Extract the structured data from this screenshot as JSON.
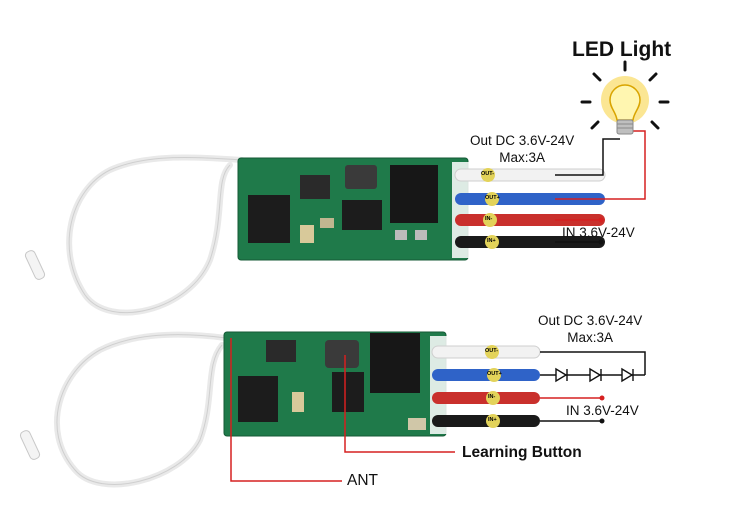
{
  "labels": {
    "led_title": "LED Light",
    "top_out_line1": "Out DC 3.6V-24V",
    "top_out_line2": "Max:3A",
    "top_in": "IN 3.6V-24V",
    "bottom_out_line1": "Out DC 3.6V-24V",
    "bottom_out_line2": "Max:3A",
    "bottom_in": "IN 3.6V-24V",
    "learning_button": "Learning Button",
    "ant": "ANT"
  },
  "terminals": [
    "OUT-",
    "OUT+",
    "IN-",
    "IN+"
  ],
  "colors": {
    "pcb": "#1f7a4a",
    "wire_white": "#f2f2f2",
    "wire_blue": "#2f63c8",
    "wire_red": "#c9302c",
    "wire_black": "#1a1a1a",
    "terminal_label": "#e3d35a",
    "annotation_red": "#d62020",
    "bulb_glow": "#f7d13a"
  },
  "icons": {
    "bulb": "light-bulb-icon",
    "diode": "diode-icon"
  }
}
